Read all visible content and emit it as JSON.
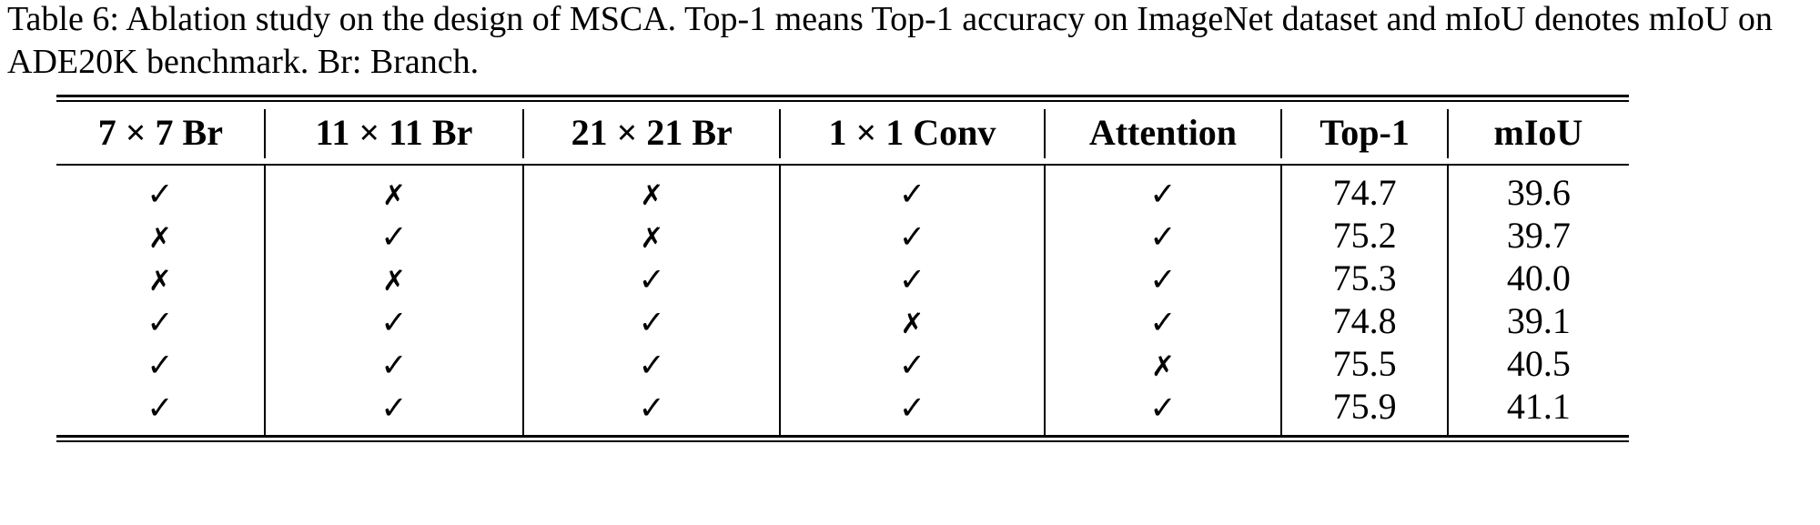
{
  "caption": {
    "line1": "Table 6: Ablation study on the design of MSCA. Top-1 means Top-1 accuracy on ImageNet dataset",
    "line2": "and mIoU denotes mIoU on ADE20K benchmark. Br: Branch."
  },
  "table": {
    "headers": [
      "7 × 7 Br",
      "11 × 11 Br",
      "21 × 21 Br",
      "1 × 1 Conv",
      "Attention",
      "Top-1",
      "mIoU"
    ],
    "glyphs": {
      "check": "✓",
      "cross": "✗"
    },
    "rows": [
      {
        "c1": "✓",
        "c2": "✗",
        "c3": "✗",
        "c4": "✓",
        "c5": "✓",
        "top1": "74.7",
        "miou": "39.6"
      },
      {
        "c1": "✗",
        "c2": "✓",
        "c3": "✗",
        "c4": "✓",
        "c5": "✓",
        "top1": "75.2",
        "miou": "39.7"
      },
      {
        "c1": "✗",
        "c2": "✗",
        "c3": "✓",
        "c4": "✓",
        "c5": "✓",
        "top1": "75.3",
        "miou": "40.0"
      },
      {
        "c1": "✓",
        "c2": "✓",
        "c3": "✓",
        "c4": "✗",
        "c5": "✓",
        "top1": "74.8",
        "miou": "39.1"
      },
      {
        "c1": "✓",
        "c2": "✓",
        "c3": "✓",
        "c4": "✓",
        "c5": "✗",
        "top1": "75.5",
        "miou": "40.5"
      },
      {
        "c1": "✓",
        "c2": "✓",
        "c3": "✓",
        "c4": "✓",
        "c5": "✓",
        "top1": "75.9",
        "miou": "41.1"
      }
    ]
  },
  "colors": {
    "text": "#000000",
    "background": "#ffffff",
    "rule": "#000000"
  }
}
